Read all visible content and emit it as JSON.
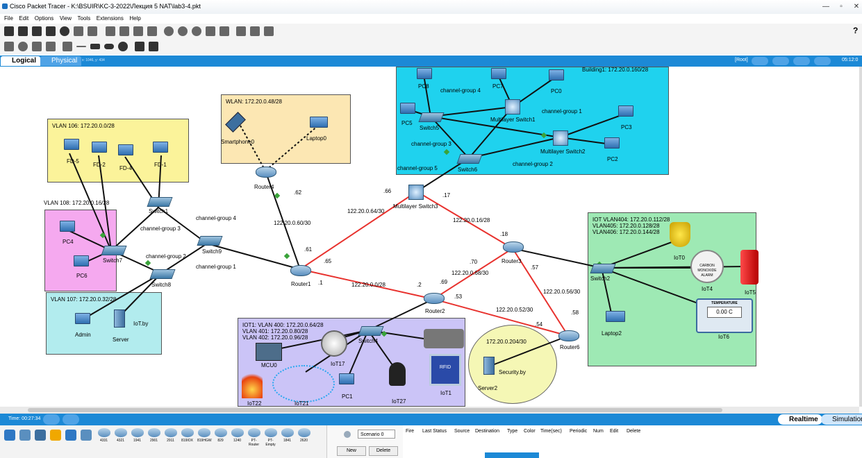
{
  "window": {
    "title": "Cisco Packet Tracer - K:\\BSUIR\\KC-3-2022\\Лекция 5 NAT\\lab3-4.pkt",
    "controls": [
      "—",
      "▫",
      "✕"
    ]
  },
  "menu": [
    "File",
    "Edit",
    "Options",
    "View",
    "Tools",
    "Extensions",
    "Help"
  ],
  "help_icon": "?",
  "modebar": {
    "logical": "Logical",
    "physical": "Physical",
    "coords": "x: 1046, y: 434",
    "root": "[Root]",
    "clock": "05:12:0"
  },
  "areas": {
    "wlan": "WLAN: 172.20.0.48/28",
    "vlan106": "VLAN 106: 172.20.0.0/28",
    "vlan108": "VLAN 108: 172.20.0.16/28",
    "vlan107": "VLAN 107: 172.20.0.32/28",
    "building": "Building1: 172.20.0.160/28",
    "iot_right": "IOT VLAN404: 172.20.0.112/28\nVLAN405: 172.20.0.128/28\nVLAN406: 172.20.0.144/28",
    "iot_bottom": "IOT1: VLAN 400: 172.20.0.64/28\nVLAN 401: 172.20.0.80/28\nVLAN 402: 172.20.0.96/28",
    "security": "172.20.0.204/30"
  },
  "devices": {
    "pc8": "PC8",
    "pc7": "PC7",
    "pc0": "PC0",
    "pc5": "PC5",
    "pc3": "PC3",
    "pc2": "PC2",
    "switch5": "Switch5",
    "mls1": "Multilayer Switch1",
    "mls2": "Multilayer Switch2",
    "switch6": "Switch6",
    "mls3": "Multilayer Switch3",
    "smartphone0": "Smartphone0",
    "laptop0": "Laptop0",
    "router4": "Router4",
    "fd5": "FD-5",
    "fd2": "FD-2",
    "fd4": "FD-4",
    "fd1": "FD-1",
    "switch1": "Switch1",
    "pc4": "PC4",
    "pc6": "PC6",
    "switch7": "Switch7",
    "switch9": "Switch9",
    "switch8": "Switch8",
    "admin": "Admin",
    "server": "Server",
    "iotby": "IoT.by",
    "router1": "Router1",
    "router2": "Router2",
    "router3": "Router3",
    "router6": "Router6",
    "switch2": "Switch2",
    "iot0": "IoT0",
    "iot4": "IoT4",
    "iot5": "IoT5",
    "iot6": "IoT6",
    "laptop2": "Laptop2",
    "mcu0": "MCU0",
    "iot17": "IoT17",
    "switch4": "Switch4",
    "pc1": "PC1",
    "iot27": "IoT27",
    "iot1": "IoT1",
    "iot22": "IoT22",
    "iot21": "IoT21",
    "server2": "Server2",
    "securityby": "Security.by",
    "iot6_screen": "0.00 C",
    "iot6_header": "TEMPERATURE",
    "iot4_text": "CARBON MONOXIDE ALARM",
    "rfid": "RFID"
  },
  "link_labels": {
    "cg4_top": "channel-group 4",
    "cg1_top": "channel-group 1",
    "cg3_top": "channel-group 3",
    "cg2_top": "channel-group 2",
    "cg5": "channel-group 5",
    "cg3_left": "channel-group 3",
    "cg4_left": "channel-group 4",
    "cg2_left": "channel-group 2",
    "cg1_left": "channel-group 1",
    "n62": ".62",
    "net60": "122.20.0.60/30",
    "n61": ".61",
    "n65": ".65",
    "n1": ".1",
    "n66": ".66",
    "net64": "122.20.0.64/30",
    "n17": ".17",
    "net16": "122.20.0.16/28",
    "n18": ".18",
    "net0": "122.20.0.0/28",
    "n2": ".2",
    "n69": ".69",
    "n70": ".70",
    "net68": "122.20.0.68/30",
    "n57": ".57",
    "net56": "122.20.0.56/30",
    "n53": ".53",
    "net52": "122.20.0.52/30",
    "n54": ".54",
    "n58": ".58"
  },
  "status": {
    "time": "Time: 00:27:34",
    "realtime": "Realtime",
    "simulation": "Simulation"
  },
  "device_models": [
    "4331",
    "4321",
    "1941",
    "2901",
    "2911",
    "819IOX",
    "819HGW",
    "829",
    "1240",
    "PT-Router",
    "PT-Empty",
    "1841",
    "2620"
  ],
  "scenario": {
    "select": "Scenario 0",
    "new": "New",
    "delete": "Delete"
  },
  "pdu_columns": [
    "Fire",
    "Last Status",
    "Source",
    "Destination",
    "Type",
    "Color",
    "Time(sec)",
    "Periodic",
    "Num",
    "Edit",
    "Delete"
  ]
}
